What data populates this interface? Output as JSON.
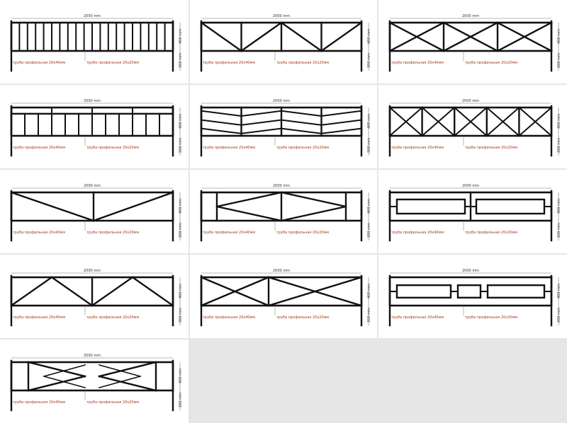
{
  "dimension_labels": {
    "width": "2000 mm",
    "height": "400 mm",
    "leg": "200 mm"
  },
  "material_labels": {
    "frame": "труба профильная 20х40мм",
    "infill": "труба профильная 20х20мм"
  },
  "colors": {
    "steel": "#111111",
    "label_text": "#a33a1a",
    "dimension_line": "#777777",
    "background": "#e6e6e6",
    "panel": "#ffffff"
  },
  "designs": [
    {
      "pattern": "vertical-bars"
    },
    {
      "pattern": "x-triangles"
    },
    {
      "pattern": "x-diamonds"
    },
    {
      "pattern": "top-rail-bars"
    },
    {
      "pattern": "chevrons"
    },
    {
      "pattern": "crosses"
    },
    {
      "pattern": "long-v"
    },
    {
      "pattern": "diamond"
    },
    {
      "pattern": "two-rects"
    },
    {
      "pattern": "tri-chevrons"
    },
    {
      "pattern": "big-x"
    },
    {
      "pattern": "three-rects"
    },
    {
      "pattern": "double-diamond"
    }
  ]
}
